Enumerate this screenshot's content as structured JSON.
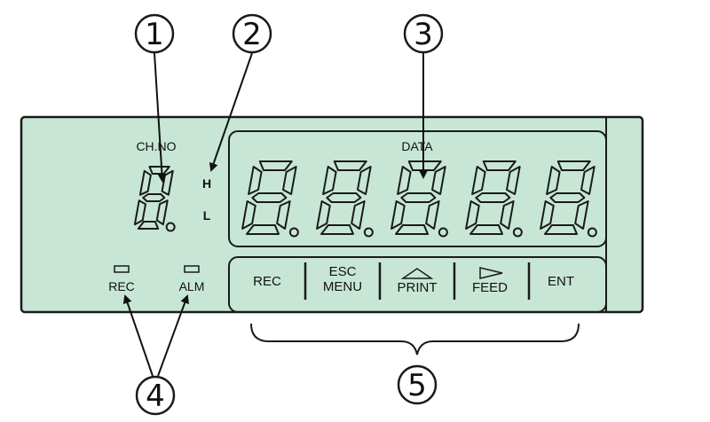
{
  "callouts": [
    "1",
    "2",
    "3",
    "4",
    "5"
  ],
  "panel": {
    "background": "#c8e6d6",
    "ch_label": "CH.NO",
    "data_label": "DATA",
    "high_label": "H",
    "low_label": "L"
  },
  "leds": {
    "rec_label": "REC",
    "alm_label": "ALM"
  },
  "keys": {
    "rec": "REC",
    "esc_top": "ESC",
    "esc_bottom": "MENU",
    "print": "PRINT",
    "feed": "FEED",
    "ent": "ENT"
  }
}
